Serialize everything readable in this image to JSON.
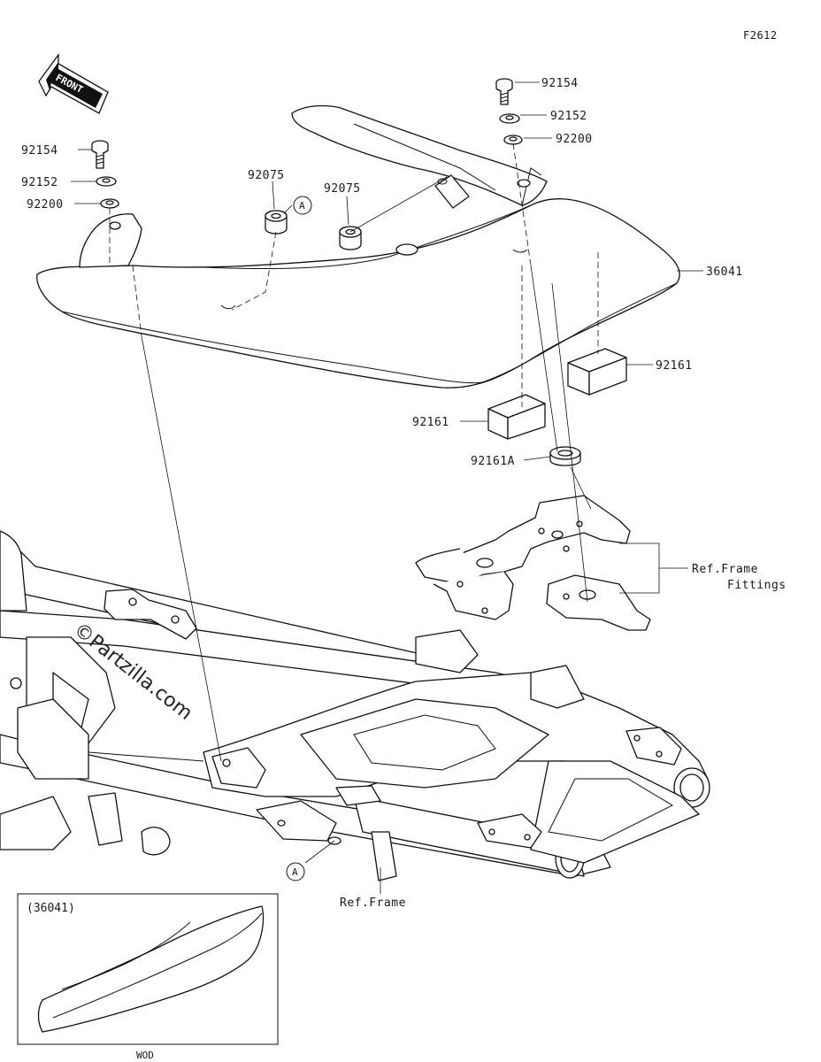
{
  "diagram": {
    "figure_code": "F2612",
    "front_arrow": {
      "text": "FRONT"
    },
    "parts": [
      {
        "id": "92154-left",
        "number": "92154"
      },
      {
        "id": "92152-left",
        "number": "92152"
      },
      {
        "id": "92200-left",
        "number": "92200"
      },
      {
        "id": "92075-a",
        "number": "92075"
      },
      {
        "id": "92075-b",
        "number": "92075"
      },
      {
        "id": "92154-right",
        "number": "92154"
      },
      {
        "id": "92152-right",
        "number": "92152"
      },
      {
        "id": "92200-right",
        "number": "92200"
      },
      {
        "id": "36041",
        "number": "36041"
      },
      {
        "id": "92161-right",
        "number": "92161"
      },
      {
        "id": "92161-left",
        "number": "92161"
      },
      {
        "id": "92161A",
        "number": "92161A"
      }
    ],
    "callouts": {
      "a1": "A",
      "a2": "A"
    },
    "references": {
      "frame_fittings_line1": "Ref.Frame",
      "frame_fittings_line2": "Fittings",
      "frame": "Ref.Frame"
    },
    "variant_box": {
      "label": "(36041)",
      "code": "WOD"
    },
    "watermark": "©Partzilla.com"
  }
}
